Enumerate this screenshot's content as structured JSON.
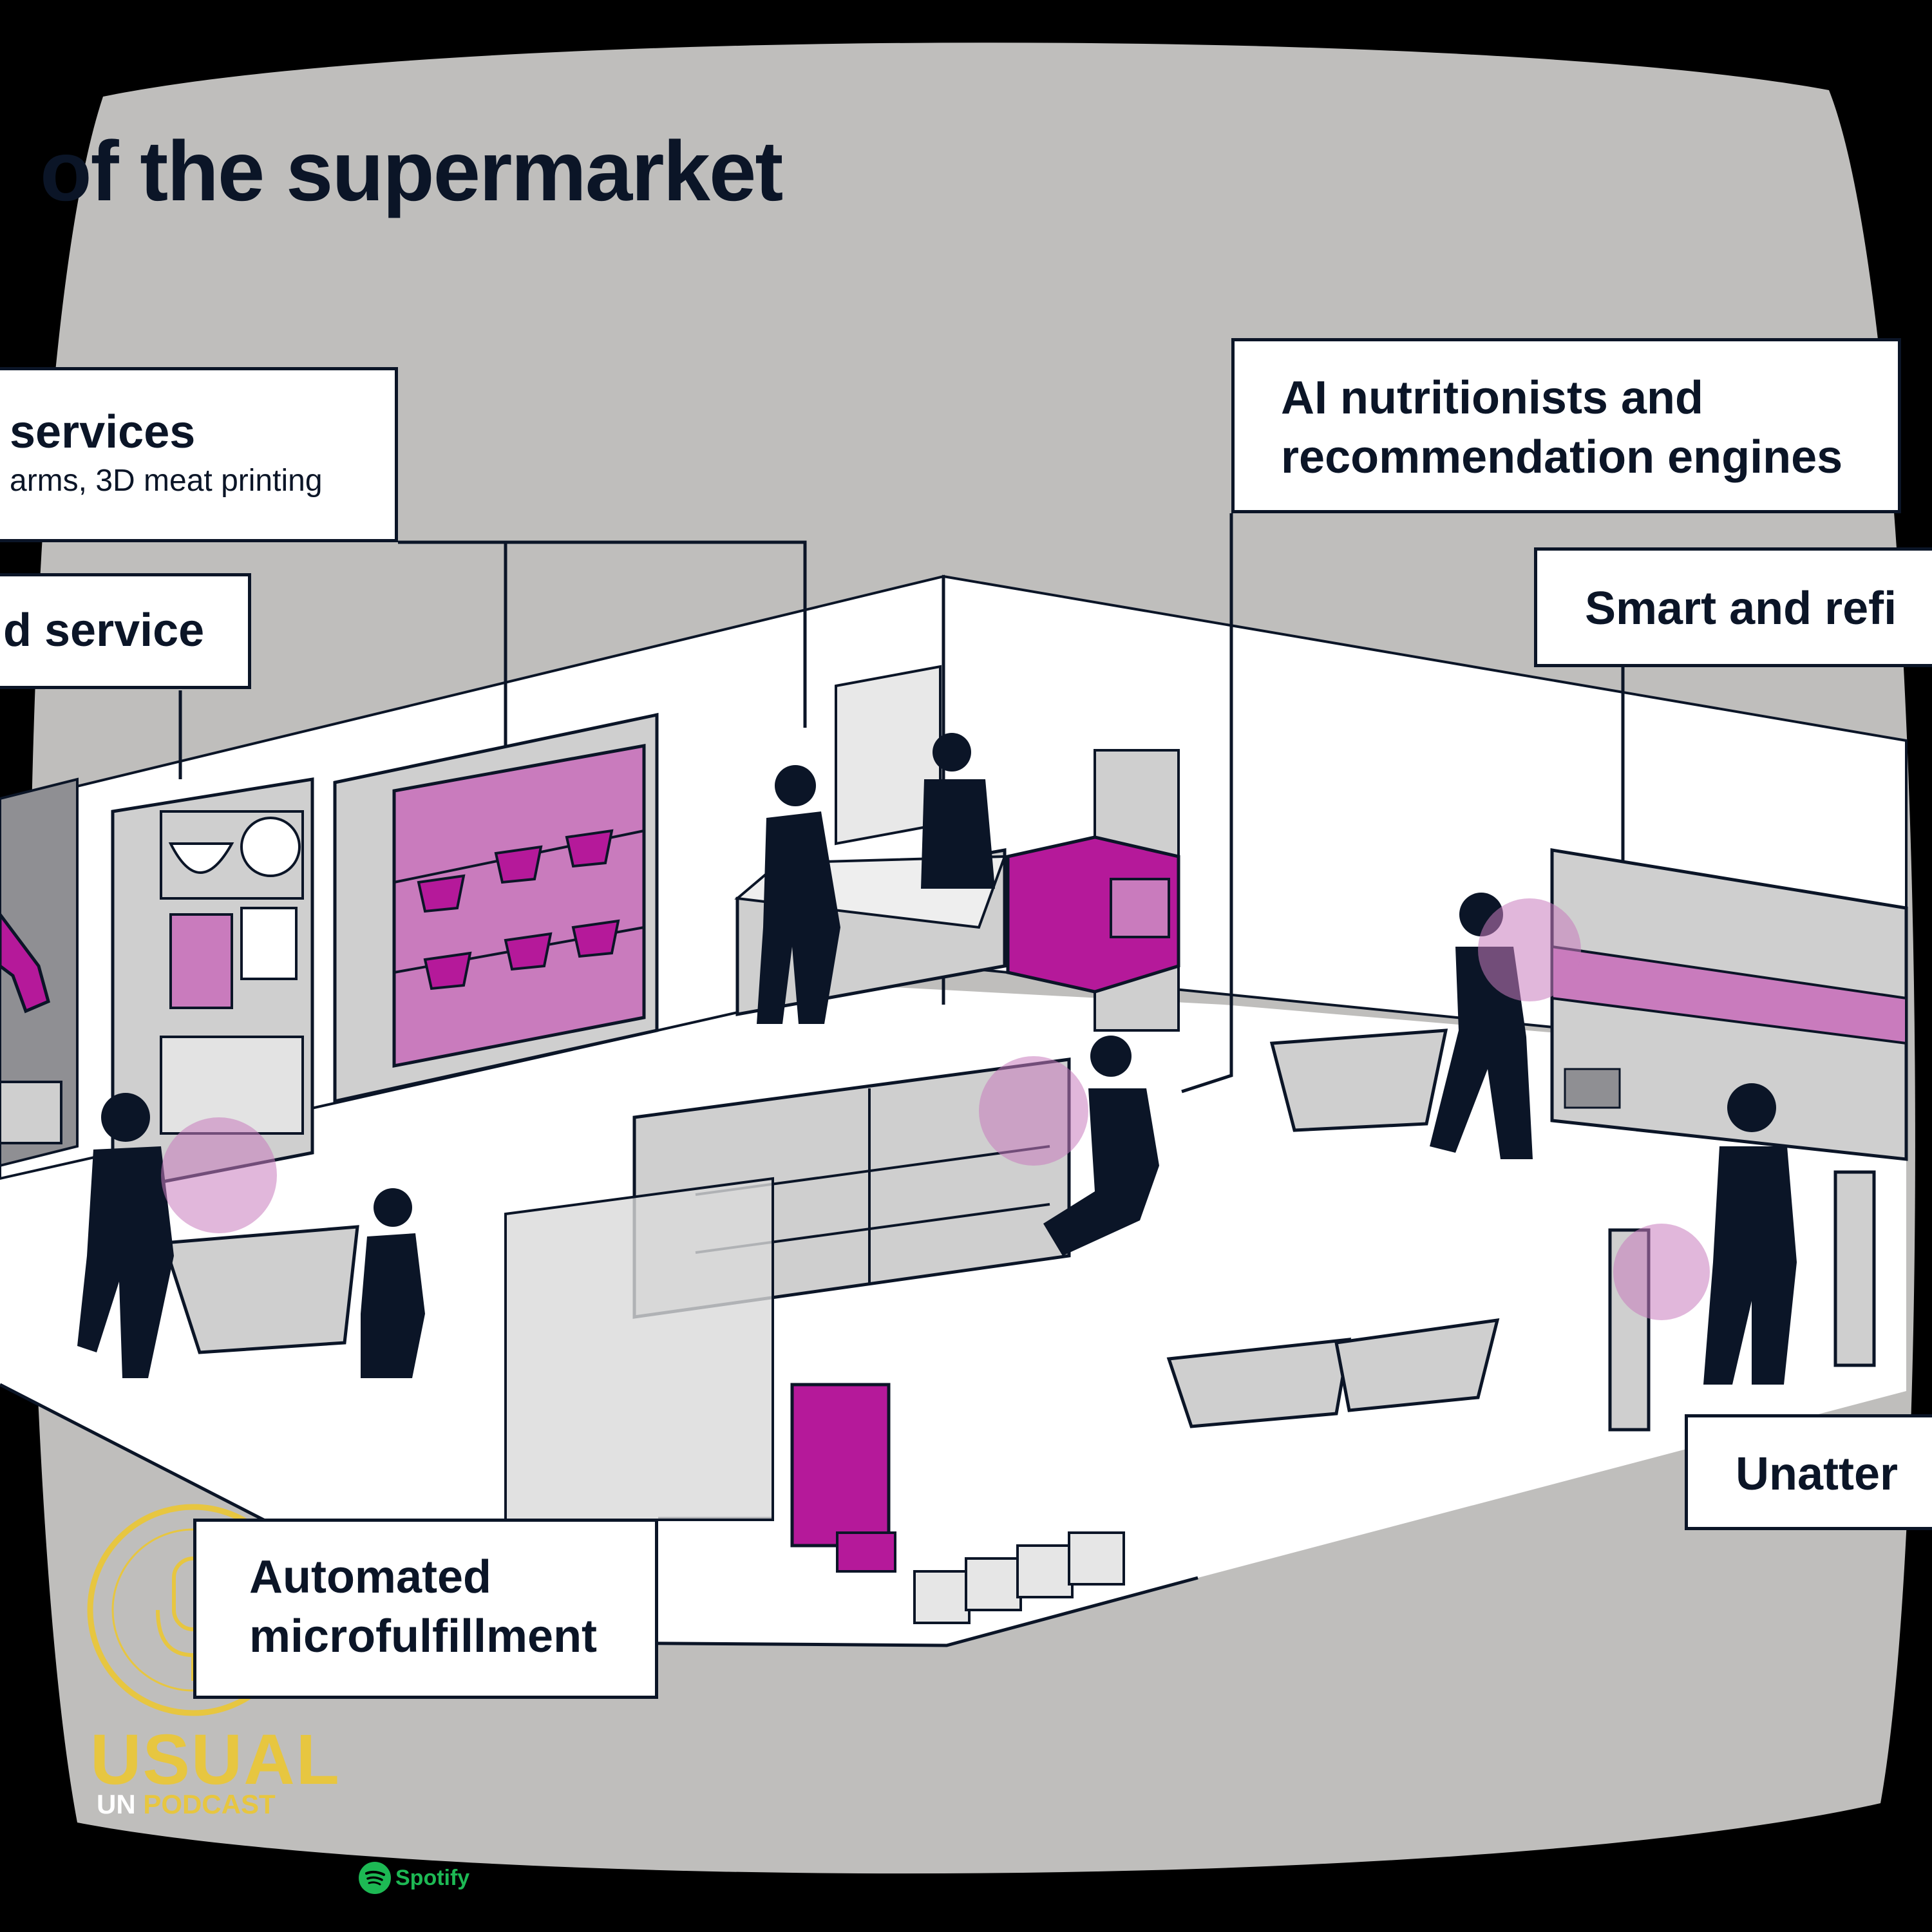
{
  "title": "of the supermarket",
  "labels": {
    "services_title": "services",
    "services_sub": "arms, 3D meat printing",
    "service2": "d service",
    "ai_line1": "AI nutritionists and",
    "ai_line2": "recommendation engines",
    "smart": "Smart and refi",
    "unattended": "Unatter",
    "auto_line1": "Automated",
    "auto_line2": "microfulfillment"
  },
  "logo": {
    "word": "USUAL",
    "sub_un": "UN",
    "sub_podcast": "PODCAST",
    "spotify": "Spotify"
  },
  "colors": {
    "background": "#bfbebc",
    "frame": "#000000",
    "ink": "#0b1527",
    "accent": "#b5199a",
    "accent_light": "#c97bbd",
    "floor": "#ffffff",
    "gray": "#cfcfcf",
    "logo_gold": "#e7c640",
    "spotify_green": "#1db954"
  },
  "icons": [
    "microphone-icon",
    "spotify-icon",
    "plant-icon",
    "cart-icon",
    "person-icon",
    "robot-arm-icon",
    "printer-icon"
  ]
}
